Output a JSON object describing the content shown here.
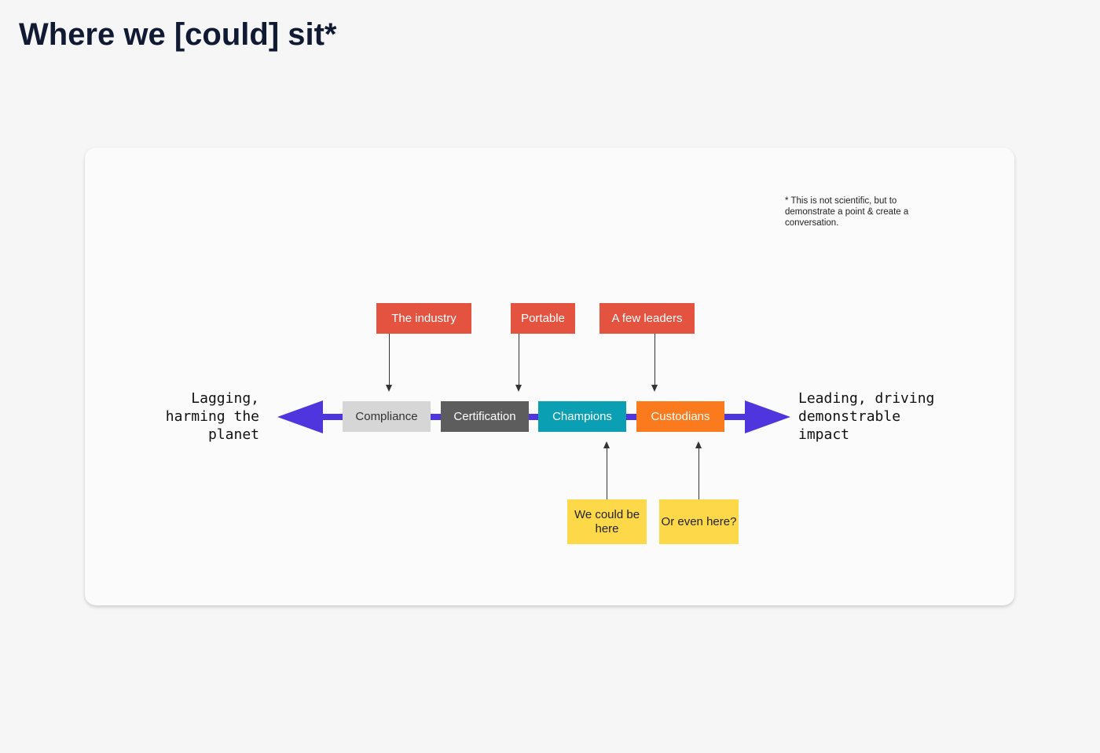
{
  "page": {
    "title": "Where we [could] sit*"
  },
  "diagram": {
    "footnote": "* This is not scientific, but to demonstrate a point & create a conversation.",
    "left_label": "Lagging, harming the planet",
    "right_label": "Leading, driving demonstrable impact",
    "stages": [
      "Compliance",
      "Certification",
      "Champions",
      "Custodians"
    ],
    "top_tags": [
      "The industry",
      "Portable",
      "A few leaders"
    ],
    "bottom_notes": [
      "We could be here",
      "Or even here?"
    ]
  },
  "colors": {
    "axis": "#4f35de",
    "compliance": "#d6d6d6",
    "certification": "#5d5d5d",
    "champions": "#0b9fb3",
    "custodians": "#fb7a1e",
    "top_tag": "#e4533f",
    "bottom_note": "#fdd94a"
  }
}
